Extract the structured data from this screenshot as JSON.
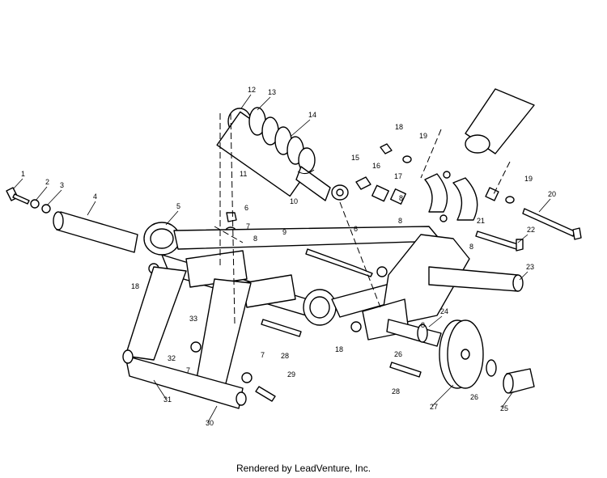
{
  "footer": {
    "credit": "Rendered by LeadVenture, Inc."
  },
  "callouts": [
    "1",
    "2",
    "3",
    "4",
    "5",
    "6",
    "7",
    "7",
    "7",
    "7",
    "8",
    "8",
    "8",
    "8",
    "9",
    "10",
    "11",
    "12",
    "13",
    "14",
    "15",
    "16",
    "17",
    "18",
    "18",
    "18",
    "19",
    "19",
    "20",
    "21",
    "22",
    "23",
    "24",
    "25",
    "26",
    "26",
    "27",
    "28",
    "28",
    "29",
    "30",
    "31",
    "32",
    "33"
  ]
}
